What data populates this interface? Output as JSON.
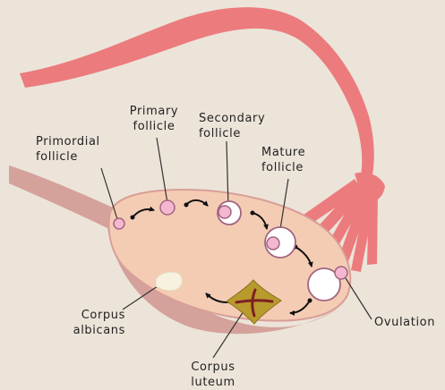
{
  "labels": {
    "primordial": [
      "Primordial",
      "follicle"
    ],
    "primary": [
      "Primary",
      "follicle"
    ],
    "secondary": [
      "Secondary",
      "follicle"
    ],
    "mature": [
      "Mature",
      "follicle"
    ],
    "ovulation": "Ovulation",
    "corpus_albicans": [
      "Corpus",
      "albicans"
    ],
    "corpus_luteum": [
      "Corpus",
      "luteum"
    ]
  },
  "colors": {
    "background": "#ece4d9",
    "fallopian_tube": "#ec7b7d",
    "ligament": "#d4a19b",
    "ovary": "#f4ccb4",
    "ovary_outline": "#d99e97",
    "follicle_fill": "#f3b8cf",
    "follicle_outline": "#a2657f",
    "corpus_luteum": "#b89a2d",
    "corpus_luteum_scar": "#7e1f23",
    "corpus_albicans": "#f7f1df",
    "arrows": "#111111",
    "leader_lines": "#333333"
  }
}
